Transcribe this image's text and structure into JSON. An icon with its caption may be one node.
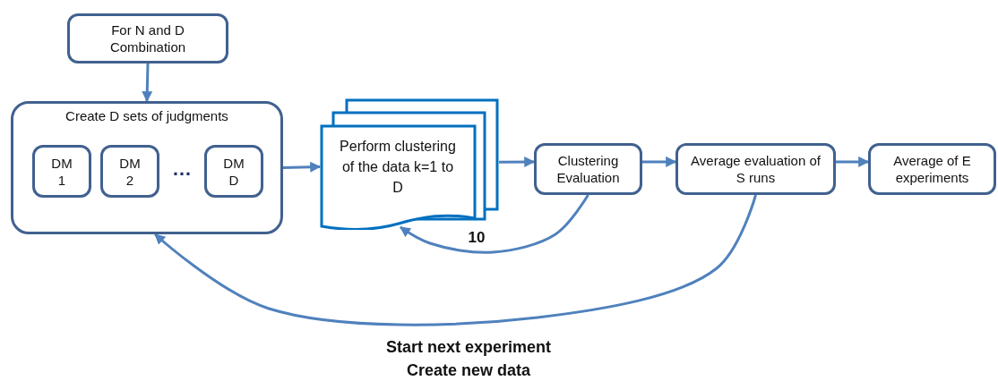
{
  "diagram": {
    "nodes": [
      {
        "text": [
          "For N and D Combination"
        ]
      },
      {
        "text": [
          "Create D sets of judgments"
        ]
      },
      {
        "text": [
          "DM 1"
        ],
        "in": 1
      },
      {
        "text": [
          "DM 2"
        ],
        "in": 1
      },
      {
        "text": [
          "DM D"
        ],
        "in": 1
      },
      {
        "text": [
          "Perform clustering of the data k=1 to D"
        ]
      },
      {
        "text": [
          "Clustering Evaluation"
        ]
      },
      {
        "text": [
          "Average evaluation of S runs"
        ]
      },
      {
        "text": [
          "Average of E experiments"
        ]
      }
    ],
    "edges": [
      {
        "from": 0,
        "to": 1,
        "arrow": "to"
      },
      {
        "from": 1,
        "to": 5,
        "arrow": "to"
      },
      {
        "from": 5,
        "to": 6,
        "arrow": "to"
      },
      {
        "from": 6,
        "to": 7,
        "arrow": "to"
      },
      {
        "from": 7,
        "to": 8,
        "arrow": "to"
      },
      {
        "from": 6,
        "to": 5,
        "arrow": "to",
        "label": "10"
      },
      {
        "from": 7,
        "to": 1,
        "arrow": "to",
        "label": "Start next experiment Create new data"
      }
    ],
    "labels": [
      "…"
    ]
  }
}
